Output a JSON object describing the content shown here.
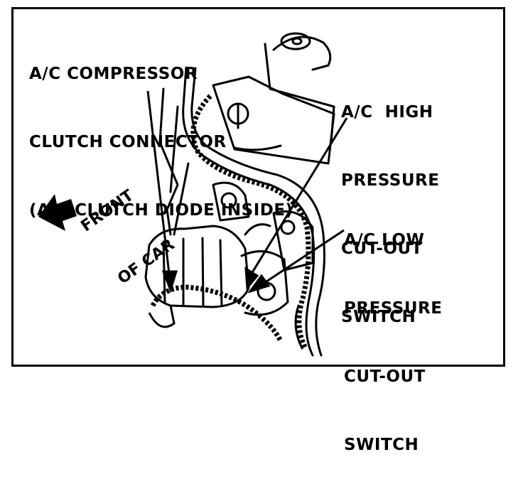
{
  "labels": {
    "compressor": [
      "A/C COMPRESSOR",
      "CLUTCH CONNECTOR",
      "(A/C CLUTCH DIODE INSIDE)"
    ],
    "high_pressure": [
      "A/C  HIGH",
      "PRESSURE",
      "CUT-OUT",
      "SWITCH"
    ],
    "low_pressure": [
      "A/C LOW",
      "PRESSURE",
      "CUT-OUT",
      "SWITCH"
    ],
    "front": [
      "FRONT",
      "OF CAR"
    ]
  }
}
